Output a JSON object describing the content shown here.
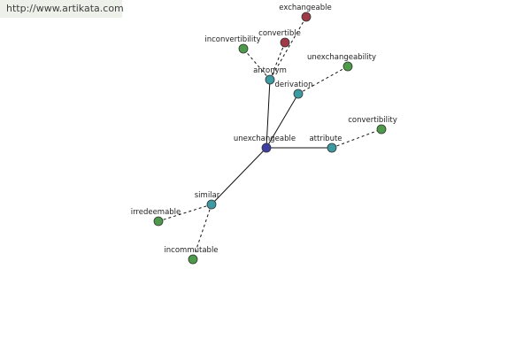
{
  "watermark": {
    "text": "http://www.artikata.com"
  },
  "graph": {
    "colors": {
      "center": "#3d3fa3",
      "relation": "#3c9ba2",
      "word": "#4e9a4b",
      "antonym_word": "#9e3a45"
    },
    "nodes": [
      {
        "id": "unexchangeable",
        "label": "unexchangeable",
        "kind": "center"
      },
      {
        "id": "antonym",
        "label": "antonym",
        "kind": "relation"
      },
      {
        "id": "derivation",
        "label": "derivation",
        "kind": "relation"
      },
      {
        "id": "attribute",
        "label": "attribute",
        "kind": "relation"
      },
      {
        "id": "similar",
        "label": "similar",
        "kind": "relation"
      },
      {
        "id": "exchangeable",
        "label": "exchangeable",
        "kind": "antonym_word"
      },
      {
        "id": "convertible",
        "label": "convertible",
        "kind": "antonym_word"
      },
      {
        "id": "inconvertibility",
        "label": "inconvertibility",
        "kind": "word"
      },
      {
        "id": "unexchangeability",
        "label": "unexchangeability",
        "kind": "word"
      },
      {
        "id": "convertibility",
        "label": "convertibility",
        "kind": "word"
      },
      {
        "id": "irredeemable",
        "label": "irredeemable",
        "kind": "word"
      },
      {
        "id": "incommutable",
        "label": "incommutable",
        "kind": "word"
      }
    ],
    "edges": [
      {
        "from": "unexchangeable",
        "to": "antonym",
        "style": "solid"
      },
      {
        "from": "unexchangeable",
        "to": "derivation",
        "style": "solid"
      },
      {
        "from": "unexchangeable",
        "to": "attribute",
        "style": "solid"
      },
      {
        "from": "unexchangeable",
        "to": "similar",
        "style": "solid"
      },
      {
        "from": "antonym",
        "to": "exchangeable",
        "style": "dashed"
      },
      {
        "from": "antonym",
        "to": "convertible",
        "style": "dashed"
      },
      {
        "from": "antonym",
        "to": "inconvertibility",
        "style": "dashed"
      },
      {
        "from": "derivation",
        "to": "unexchangeability",
        "style": "dashed"
      },
      {
        "from": "attribute",
        "to": "convertibility",
        "style": "dashed"
      },
      {
        "from": "similar",
        "to": "irredeemable",
        "style": "dashed"
      },
      {
        "from": "similar",
        "to": "incommutable",
        "style": "dashed"
      }
    ]
  }
}
